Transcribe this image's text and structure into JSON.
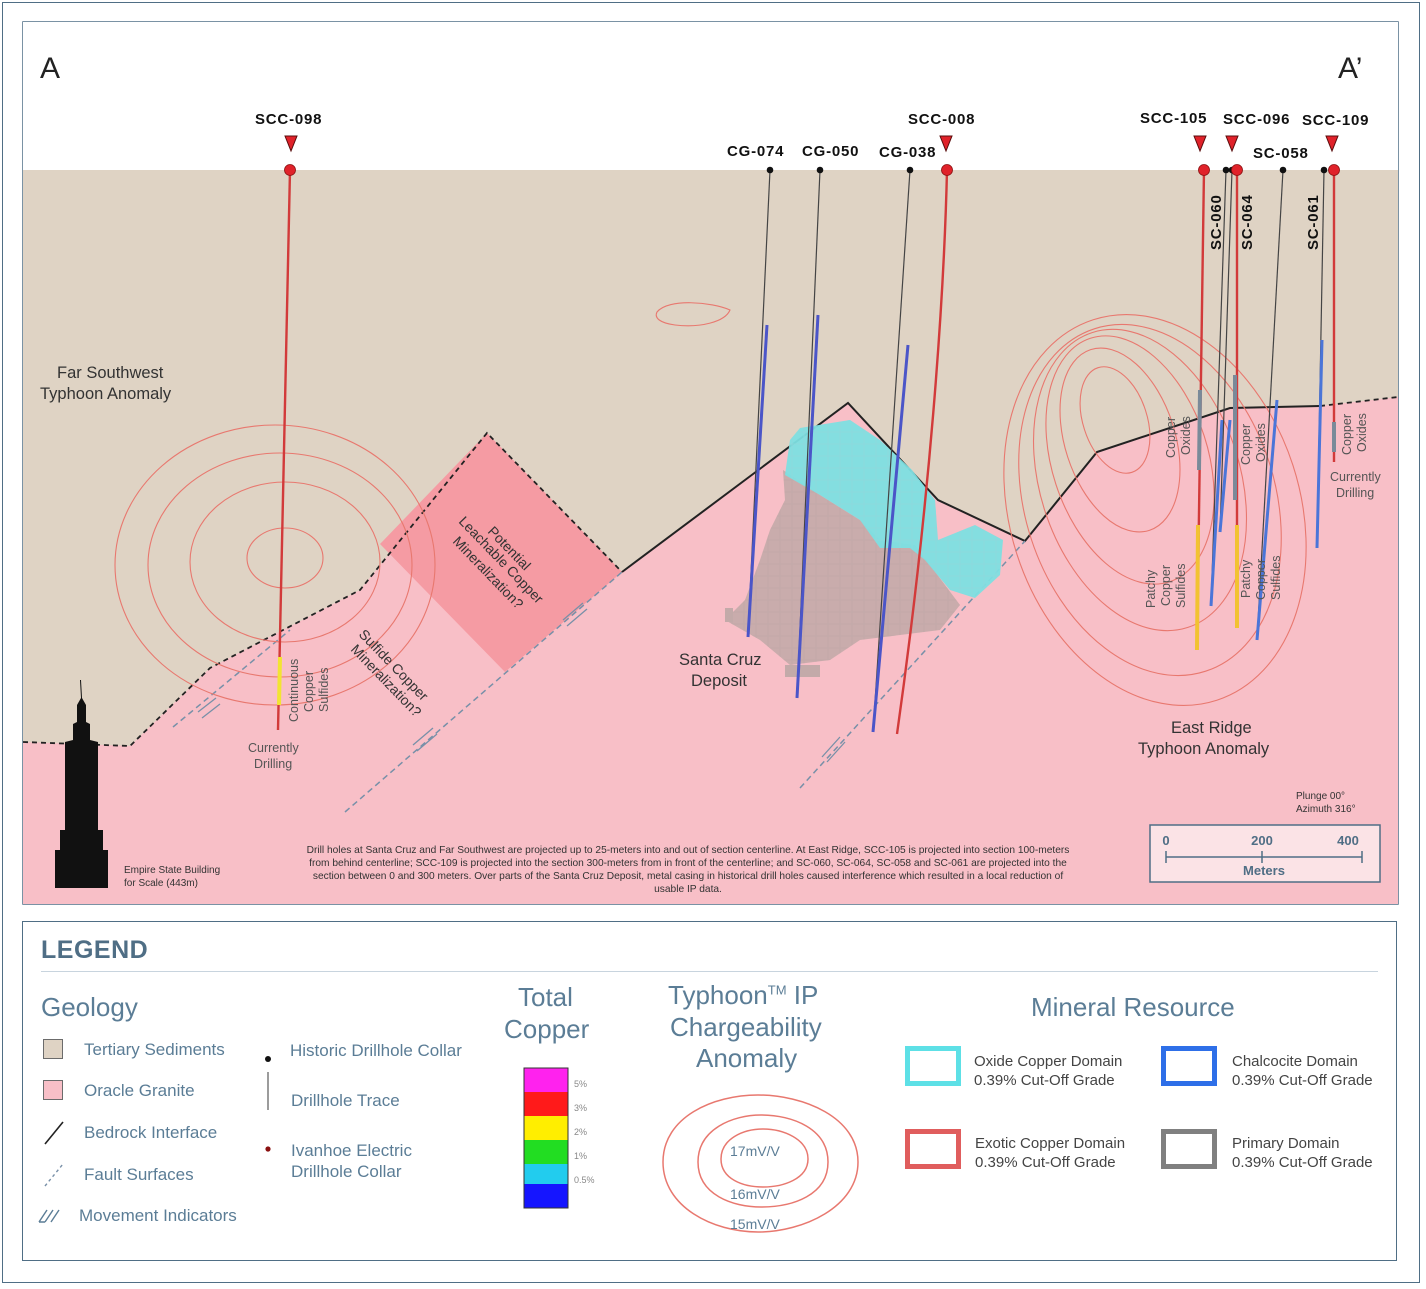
{
  "section": {
    "left_label": "A",
    "right_label": "A’",
    "annotations": {
      "far_southwest": "Far Southwest Typhoon Anomaly",
      "far_southwest_l1": "Far Southwest",
      "far_southwest_l2": "Typhoon Anomaly",
      "potential_l1": "Potential",
      "potential_l2": "Leachable Copper",
      "potential_l3": "Mineralization?",
      "sulfide_l1": "Sulfide Copper",
      "sulfide_l2": "Mineralization?",
      "continuous_l1": "Continuous",
      "continuous_l2": "Copper",
      "continuous_l3": "Sulfides",
      "currently_drilling_1a": "Currently",
      "currently_drilling_1b": "Drilling",
      "santa_cruz_l1": "Santa Cruz",
      "santa_cruz_l2": "Deposit",
      "east_ridge_l1": "East Ridge",
      "east_ridge_l2": "Typhoon Anomaly",
      "copper_oxides_1a": "Copper",
      "copper_oxides_1b": "Oxides",
      "copper_oxides_2a": "Copper",
      "copper_oxides_2b": "Oxides",
      "copper_oxides_3a": "Copper",
      "copper_oxides_3b": "Oxides",
      "patchy_1a": "Patchy",
      "patchy_1b": "Copper",
      "patchy_1c": "Sulfides",
      "patchy_2a": "Patchy",
      "patchy_2b": "Copper",
      "patchy_2c": "Sulfides",
      "currently_drilling_2a": "Currently",
      "currently_drilling_2b": "Drilling",
      "plunge": "Plunge 00°",
      "azimuth": "Azimuth 316°",
      "empire_l1": "Empire State Building",
      "empire_l2": "for Scale (443m)"
    },
    "holes": {
      "scc098": "SCC-098",
      "cg074": "CG-074",
      "cg050": "CG-050",
      "cg038": "CG-038",
      "scc008": "SCC-008",
      "scc105": "SCC-105",
      "scc096": "SCC-096",
      "scc109": "SCC-109",
      "sc058": "SC-058",
      "sc060": "SC-060",
      "sc064": "SC-064",
      "sc061": "SC-061"
    },
    "note_l1": "Drill holes at Santa Cruz and Far Southwest are projected up to 25-meters into and out of section centerline. At East Ridge, SCC-105 is projected into section 100-meters",
    "note_l2": "from behind centerline; SCC-109 is projected into the section 300-meters from in front of the centerline; and SC-060, SC-064, SC-058 and SC-061 are projected into the",
    "note_l3": "section between 0 and 300 meters. Over parts of the Santa Cruz Deposit, metal casing in historical drill holes caused interference which resulted in a local reduction of",
    "note_l4": "usable IP data.",
    "scale": {
      "t0": "0",
      "t200": "200",
      "t400": "400",
      "unit": "Meters"
    }
  },
  "legend": {
    "title": "LEGEND",
    "geology": {
      "heading": "Geology",
      "tertiary": "Tertiary Sediments",
      "granite": "Oracle Granite",
      "bedrock": "Bedrock Interface",
      "fault": "Fault Surfaces",
      "movement": "Movement Indicators",
      "historic_collar": "Historic Drillhole Collar",
      "trace": "Drillhole Trace",
      "ivanhoe_l1": "Ivanhoe Electric",
      "ivanhoe_l2": "Drillhole Collar"
    },
    "total_copper": {
      "heading_l1": "Total",
      "heading_l2": "Copper",
      "labels": [
        "5%",
        "3%",
        "2%",
        "1%",
        "0.5%"
      ]
    },
    "typhoon": {
      "heading_l1": "Typhoon",
      "heading_tm": "TM",
      "heading_l1b": " IP",
      "heading_l2": "Chargeability",
      "heading_l3": "Anomaly",
      "c17": "17mV/V",
      "c16": "16mV/V",
      "c15": "15mV/V"
    },
    "resource": {
      "heading": "Mineral Resource",
      "oxide_l1": "Oxide Copper Domain",
      "oxide_l2": "0.39% Cut-Off Grade",
      "chalcocite_l1": "Chalcocite Domain",
      "chalcocite_l2": "0.39% Cut-Off Grade",
      "exotic_l1": "Exotic Copper Domain",
      "exotic_l2": "0.39% Cut-Off Grade",
      "primary_l1": "Primary Domain",
      "primary_l2": "0.39% Cut-Off Grade"
    }
  },
  "colors": {
    "sediment": "#dfd3c4",
    "granite": "#f8bfc7",
    "leach_zone": "#f59ba3",
    "contour": "#e8786f",
    "oxide_domain": "#5de0e6",
    "chalcocite_domain": "#2e6fe8",
    "exotic_domain": "#e05d5d",
    "primary_domain": "#808080",
    "border": "#4f6e85"
  }
}
